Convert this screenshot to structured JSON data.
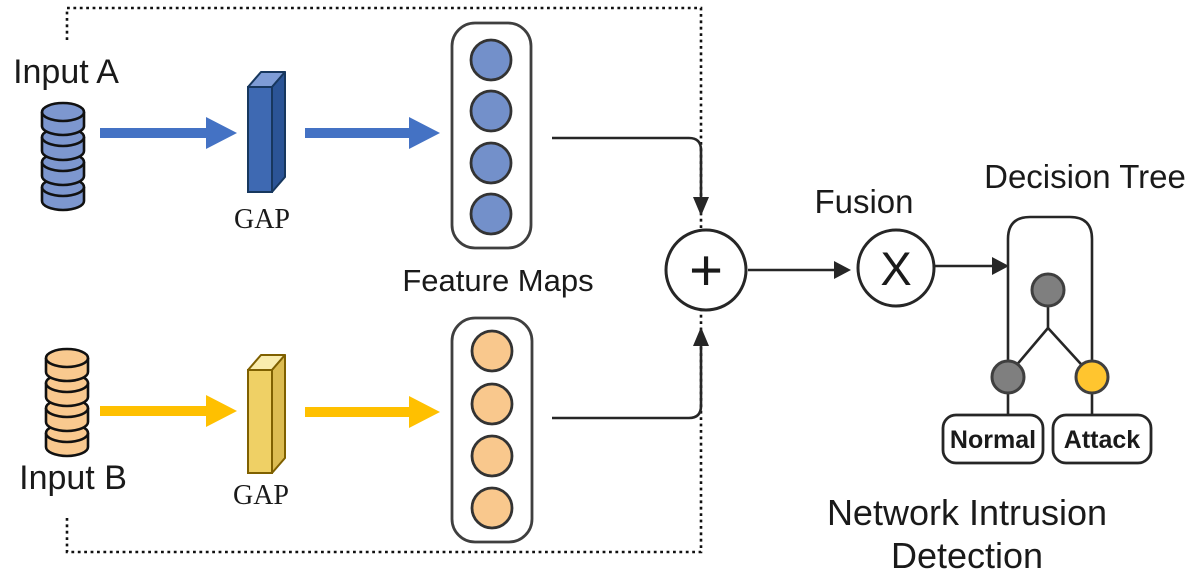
{
  "diagram": {
    "inputs": {
      "a": "Input A",
      "b": "Input B"
    },
    "gap": {
      "a": "GAP",
      "b": "GAP"
    },
    "feature_maps_label": "Feature Maps",
    "operators": {
      "add": "+",
      "multiply": "X"
    },
    "fusion_label": "Fusion",
    "decision_tree": {
      "title": "Decision Tree",
      "leaf_left": "Normal",
      "leaf_right": "Attack"
    },
    "output_caption": {
      "line1": "Network Intrusion",
      "line2": "Detection"
    }
  },
  "css_vars": {
    "blue-arrow": "#4472C4",
    "yellow-arrow": "#FFC000",
    "blue-node": "#7390CA",
    "orange-node": "#F9C88D",
    "blue-cyl": "#7D97CF",
    "orange-cyl": "#F9C98F",
    "cuboid-blue-front": "#3E69B2",
    "cuboid-blue-top": "#7E9CD6",
    "cuboid-blue-side": "#2B5496",
    "cuboid-yellow-front": "#EFD065",
    "cuboid-yellow-top": "#F9ECAC",
    "cuboid-yellow-side": "#DCBC52",
    "gray-node": "#7F7F7F",
    "yellow-leaf": "#FFC52F",
    "line": "#262626",
    "text": "#1A1A1A"
  }
}
